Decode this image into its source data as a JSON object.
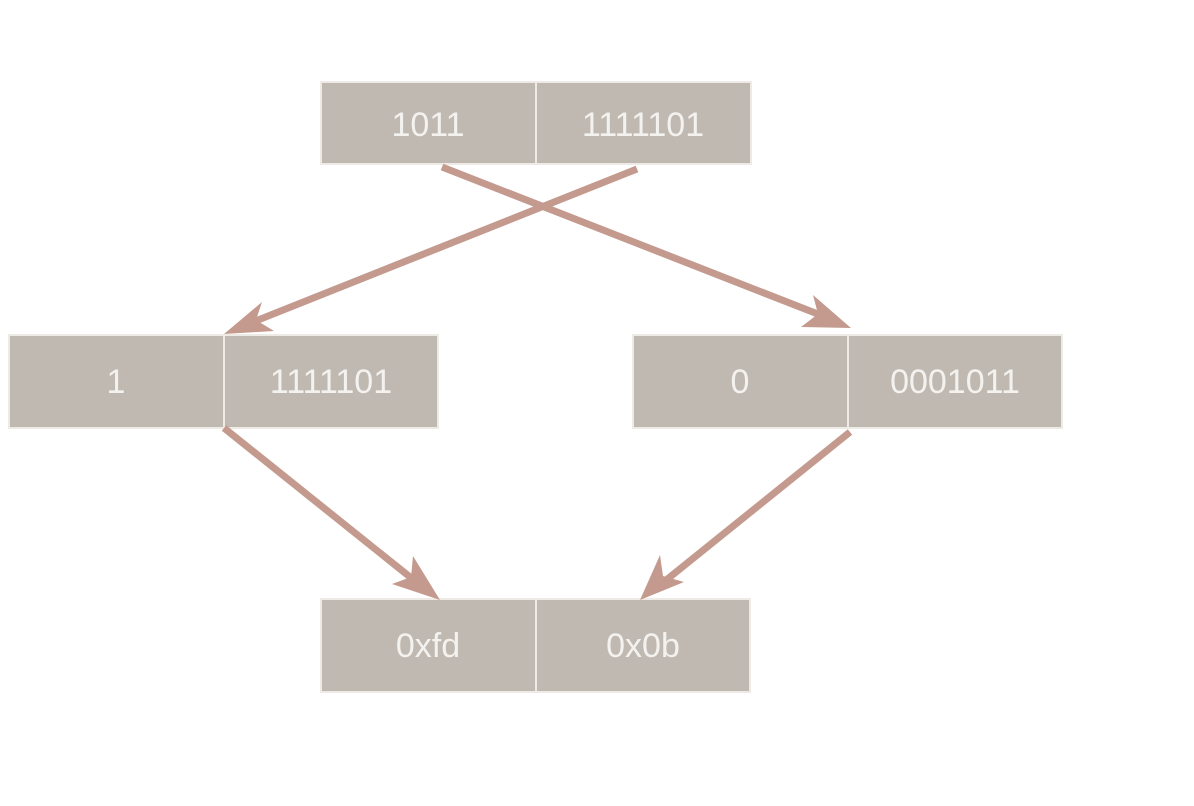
{
  "colors": {
    "cell_fill": "#c0b9b2",
    "cell_border": "#eeeae6",
    "cell_text": "#f4f2ef",
    "arrow": "#c49a8e"
  },
  "rows": {
    "input": {
      "left": "1011",
      "right": "1111101"
    },
    "left_result": {
      "left": "1",
      "right": "1111101"
    },
    "right_result": {
      "left": "0",
      "right": "0001011"
    },
    "output": {
      "left": "0xfd",
      "right": "0x0b"
    }
  }
}
